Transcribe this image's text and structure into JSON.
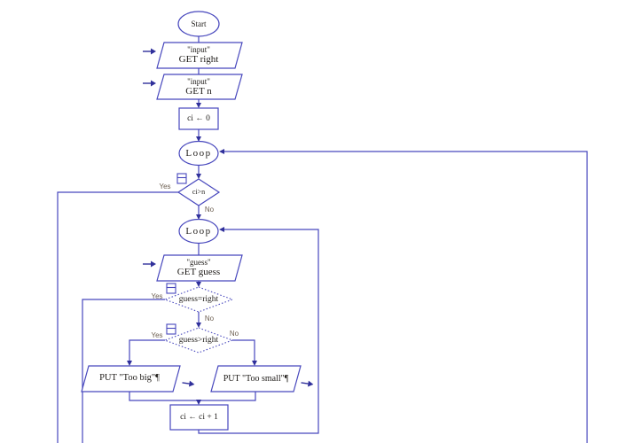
{
  "app": {
    "title": "flowchart-canvas"
  },
  "colors": {
    "line": "#4747bd",
    "arrowhead": "#30309b",
    "shape_fill": "#ffffff",
    "node_text": "#1f1c19",
    "branch_label_text": "#6b5d4f",
    "background": "#ffffff"
  },
  "nodes": {
    "start": {
      "label": "Start"
    },
    "get_right": {
      "line1": "\"input\"",
      "line2": "GET right"
    },
    "get_n": {
      "line1": "\"input\"",
      "line2": "GET n"
    },
    "init_ci": {
      "label": "ci ← 0"
    },
    "loop_outer": {
      "label": "Loop"
    },
    "cond_ci_gt_n": {
      "label": "ci>n",
      "yes": "Yes",
      "no": "No"
    },
    "loop_inner": {
      "label": "Loop"
    },
    "get_guess": {
      "line1": "\"guess\"",
      "line2": "GET guess"
    },
    "cond_guess_eq_right": {
      "label": "guess=right",
      "yes": "Yes",
      "no": "No"
    },
    "cond_guess_gt_right": {
      "label": "guess>right",
      "yes": "Yes",
      "no": "No"
    },
    "put_too_big": {
      "label": "PUT \"Too big\"¶"
    },
    "put_too_small": {
      "label": "PUT \"Too small\"¶"
    },
    "increment": {
      "label": "ci ← ci + 1"
    }
  }
}
